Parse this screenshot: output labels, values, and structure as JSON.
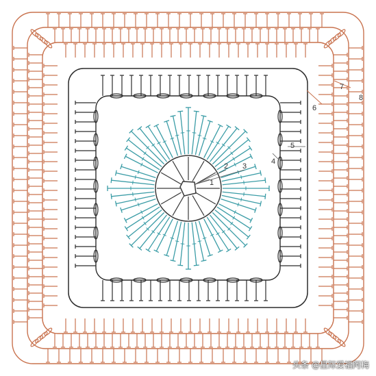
{
  "diagram": {
    "title": "",
    "round_labels": [
      "1",
      "2",
      "3",
      "4",
      "5",
      "6",
      "7",
      "8"
    ],
    "watermark": "头条 @星际爱福阿梅"
  },
  "colors": {
    "background": "#ffffff",
    "center_rounds": "#3a3a3a",
    "petal_rounds": "#3a9ca6",
    "middle_square": "#2b2b2b",
    "outer_border": "#c9734f",
    "labels": "#333333"
  },
  "icons": {
    "chain_oval": "chain-stitch-icon",
    "double_crochet": "double-crochet-icon",
    "treble_crochet": "treble-crochet-icon",
    "start_ring": "magic-ring-icon"
  }
}
